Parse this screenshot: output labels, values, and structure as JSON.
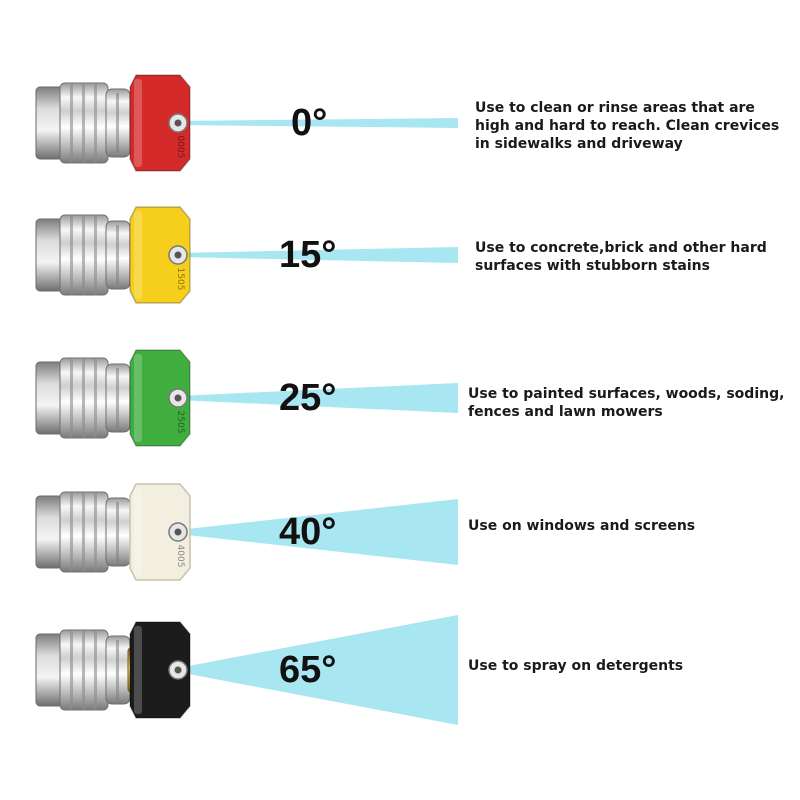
{
  "nozzles": [
    {
      "angle": "0°",
      "tip_color": "#d42a2a",
      "tip_code": "0005",
      "description_lines": [
        "Use to clean or rinse areas that are",
        "high and hard to reach. Clean crevices",
        "in sidewalks and driveway"
      ]
    },
    {
      "angle": "15°",
      "tip_color": "#f5cf1c",
      "tip_code": "1505",
      "description_lines": [
        "Use to concrete,brick and other hard",
        "surfaces with stubborn stains"
      ]
    },
    {
      "angle": "25°",
      "tip_color": "#3fae3f",
      "tip_code": "2505",
      "description_lines": [
        "Use to painted surfaces, woods, soding,",
        "fences and lawn mowers"
      ]
    },
    {
      "angle": "40°",
      "tip_color": "#f3efe0",
      "tip_code": "4005",
      "description_lines": [
        "Use on windows and screens"
      ]
    },
    {
      "angle": "65°",
      "tip_color": "#1c1c1c",
      "tip_code": "",
      "description_lines": [
        "Use to spray on detergents"
      ]
    }
  ],
  "colors": {
    "spray": "#a8e6f2",
    "spray_edge": "#8fdceb",
    "metal_light": "#f2f2f2",
    "metal_dark": "#8a8a8a",
    "brass": "#c9a13a"
  }
}
